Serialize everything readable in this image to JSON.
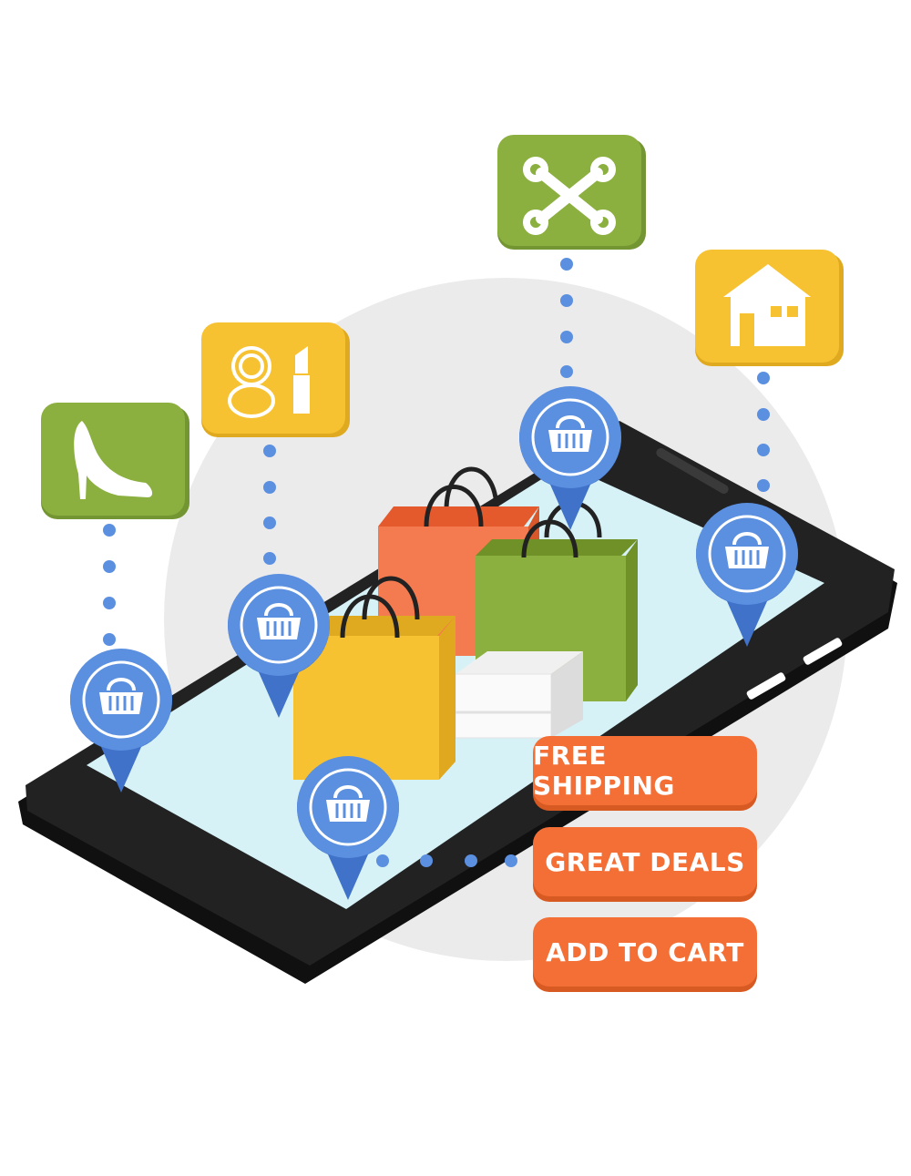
{
  "tags": {
    "free_shipping": "FREE SHIPPING",
    "great_deals": "GREAT DEALS",
    "add_to_cart": "ADD TO CART"
  },
  "categories": [
    {
      "icon": "high-heel-shoe-icon",
      "color": "#8bb03f"
    },
    {
      "icon": "makeup-compact-lipstick-icon",
      "color": "#f7c232"
    },
    {
      "icon": "wrench-tools-icon",
      "color": "#8bb03f"
    },
    {
      "icon": "house-icon",
      "color": "#f7c232"
    }
  ],
  "colors": {
    "orange": "#f36f35",
    "green": "#8bb03f",
    "yellow": "#f7c232",
    "pin_blue": "#5b8fe0",
    "phone": "#1e1e1e",
    "screen": "#d6f2f7",
    "backdrop": "#ebebeb"
  }
}
